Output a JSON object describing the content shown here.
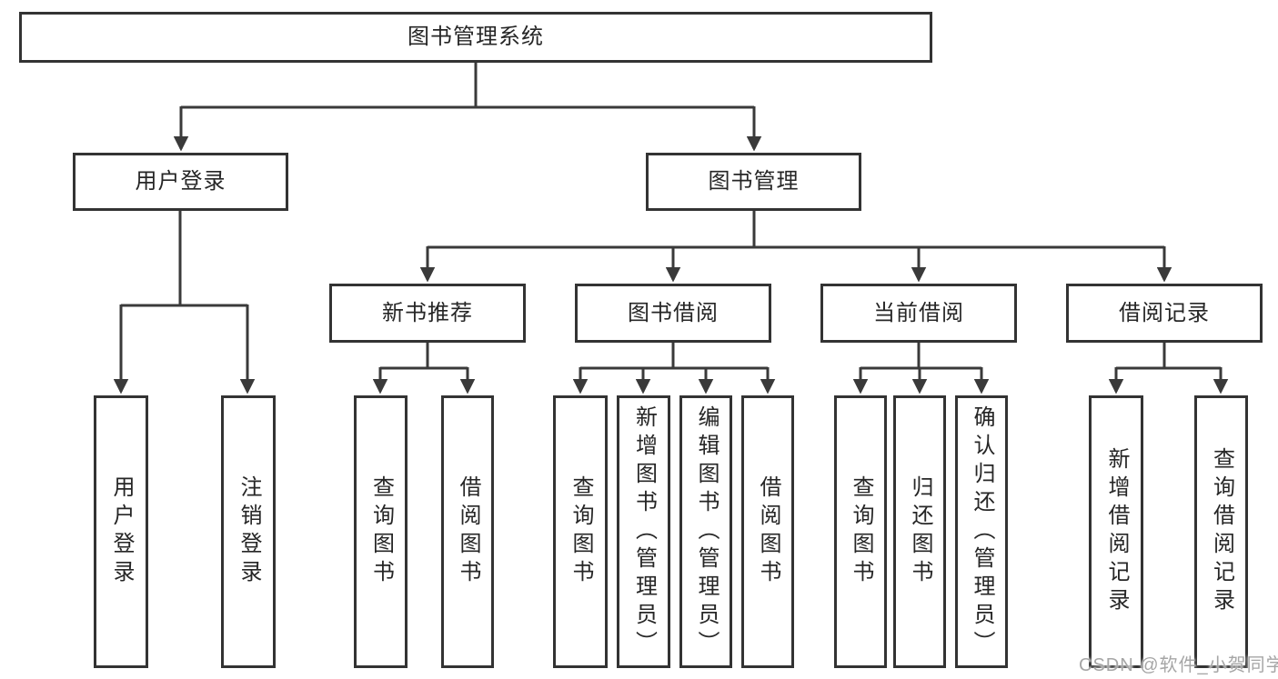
{
  "tree": {
    "root": {
      "label": "图书管理系统",
      "children": [
        {
          "label": "用户登录",
          "children": [
            {
              "label": "用户登录"
            },
            {
              "label": "注销登录"
            }
          ]
        },
        {
          "label": "图书管理",
          "children": [
            {
              "label": "新书推荐",
              "children": [
                {
                  "label": "查询图书"
                },
                {
                  "label": "借阅图书"
                }
              ]
            },
            {
              "label": "图书借阅",
              "children": [
                {
                  "label": "查询图书"
                },
                {
                  "label": "新增图书（管理员）"
                },
                {
                  "label": "编辑图书（管理员）"
                },
                {
                  "label": "借阅图书"
                }
              ]
            },
            {
              "label": "当前借阅",
              "children": [
                {
                  "label": "查询图书"
                },
                {
                  "label": "归还图书"
                },
                {
                  "label": "确认归还（管理员）"
                }
              ]
            },
            {
              "label": "借阅记录",
              "children": [
                {
                  "label": "新增借阅记录"
                },
                {
                  "label": "查询借阅记录"
                }
              ]
            }
          ]
        }
      ]
    }
  },
  "watermark": "CSDN @软件_小贺同学",
  "colors": {
    "line": "#3a3a3a",
    "box_border": "#333333",
    "text": "#262626",
    "watermark": "#a6a6a6",
    "background": "#ffffff"
  }
}
